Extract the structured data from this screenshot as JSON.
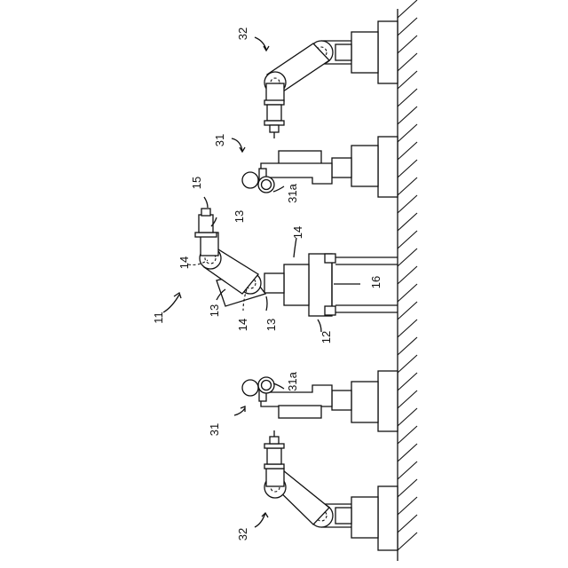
{
  "labels": {
    "upper_robot_32": "32",
    "upper_robot_31": "31",
    "upper_gripper_31a": "31a",
    "tool_15": "15",
    "arm_13_top": "13",
    "joint_14_top": "14",
    "joint_14_base": "14",
    "robot_11": "11",
    "arm_13_left": "13",
    "joint_14_lower": "14",
    "arm_13_lower": "13",
    "rail_16": "16",
    "base_12": "12",
    "lower_gripper_31a": "31a",
    "lower_robot_31": "31",
    "lower_robot_32": "32"
  }
}
